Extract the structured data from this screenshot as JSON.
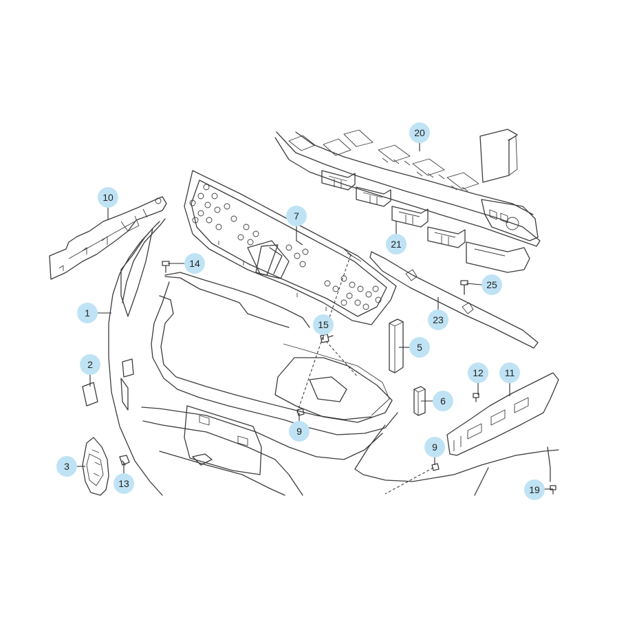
{
  "colors": {
    "callout_fill": "#bfe3f4",
    "line": "#3a3a3a",
    "background": "#ffffff"
  },
  "callouts": [
    {
      "id": "c20",
      "label": "20"
    },
    {
      "id": "c10",
      "label": "10"
    },
    {
      "id": "c7",
      "label": "7"
    },
    {
      "id": "c21",
      "label": "21"
    },
    {
      "id": "c14",
      "label": "14"
    },
    {
      "id": "c25",
      "label": "25"
    },
    {
      "id": "c1",
      "label": "1"
    },
    {
      "id": "c23",
      "label": "23"
    },
    {
      "id": "c15",
      "label": "15"
    },
    {
      "id": "c5",
      "label": "5"
    },
    {
      "id": "c2",
      "label": "2"
    },
    {
      "id": "c12",
      "label": "12"
    },
    {
      "id": "c11",
      "label": "11"
    },
    {
      "id": "c6",
      "label": "6"
    },
    {
      "id": "c9a",
      "label": "9"
    },
    {
      "id": "c9b",
      "label": "9"
    },
    {
      "id": "c3",
      "label": "3"
    },
    {
      "id": "c13",
      "label": "13"
    },
    {
      "id": "c19",
      "label": "19"
    }
  ]
}
